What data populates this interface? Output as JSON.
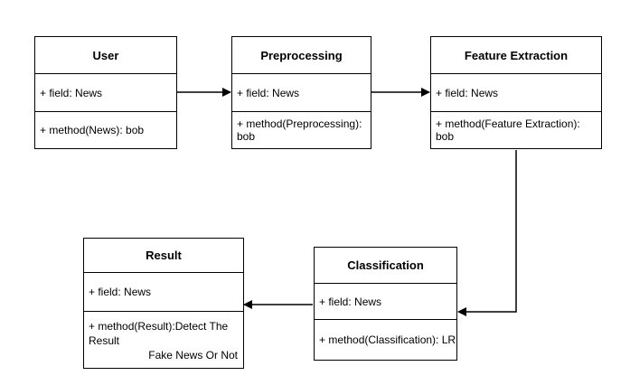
{
  "boxes": {
    "user": {
      "title": "User",
      "field": "+ field: News",
      "method": "+ method(News): bob"
    },
    "preprocessing": {
      "title": "Preprocessing",
      "field": "+ field: News",
      "method": "+ method(Preprocessing): bob"
    },
    "feature_extraction": {
      "title": "Feature Extraction",
      "field": "+ field: News",
      "method": "+ method(Feature Extraction): bob"
    },
    "classification": {
      "title": "Classification",
      "field": "+ field: News",
      "method": "+ method(Classification): LR"
    },
    "result": {
      "title": "Result",
      "field": "+ field: News",
      "method_line1": "+ method(Result):Detect The Result",
      "method_line2": "Fake News Or Not"
    }
  },
  "colors": {
    "line": "#000000",
    "background": "#ffffff"
  }
}
